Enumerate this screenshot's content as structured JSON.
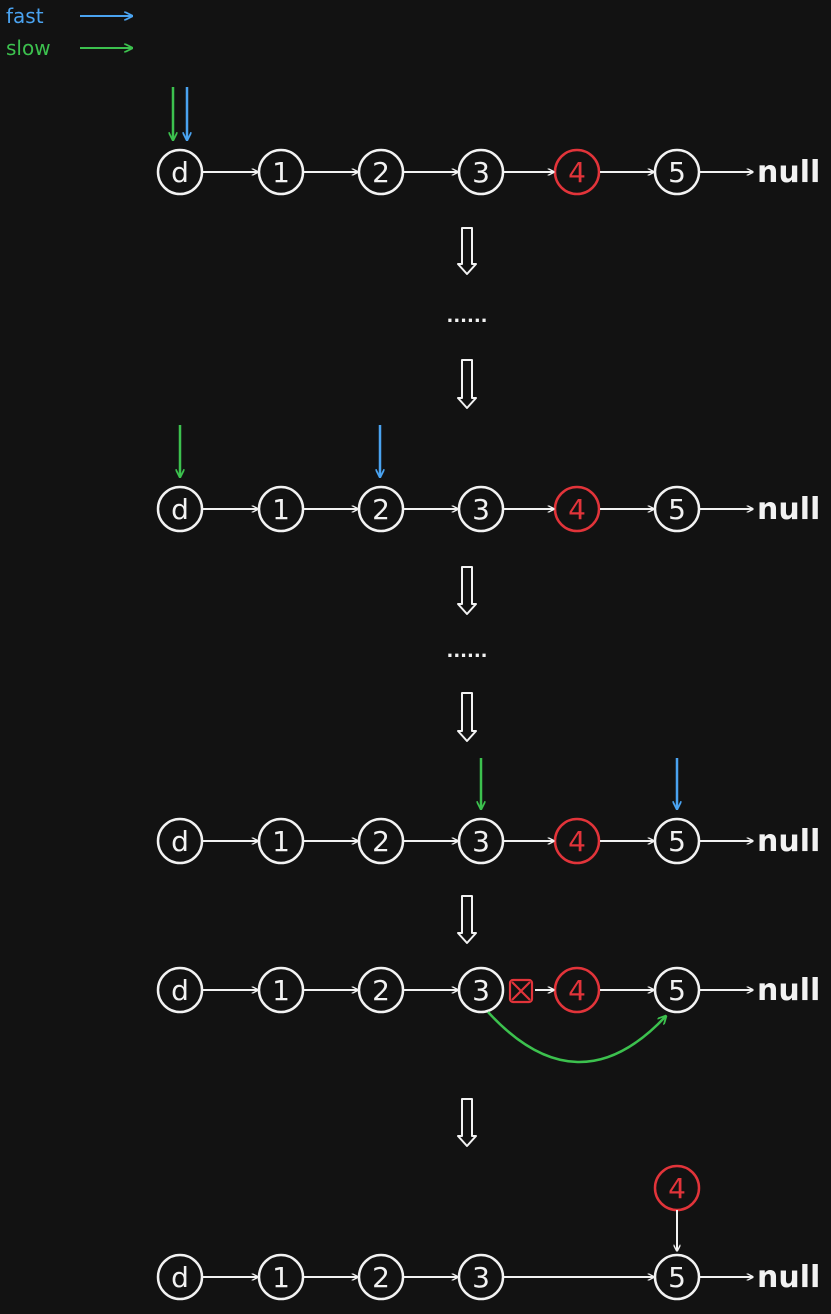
{
  "legend": [
    {
      "label": "fast",
      "color": "#4aa3f0"
    },
    {
      "label": "slow",
      "color": "#3cc14e"
    }
  ],
  "colors": {
    "background": "#121212",
    "node": "#f2f2f2",
    "target": "#e2343a",
    "fast": "#4aa3f0",
    "slow": "#3cc14e"
  },
  "node_labels": [
    "d",
    "1",
    "2",
    "3",
    "4",
    "5"
  ],
  "null_label": "null",
  "ellipsis": "......",
  "target_label": "4",
  "steps": [
    {
      "name": "initial",
      "fast_at": "d",
      "slow_at": "d"
    },
    {
      "name": "fast-advanced",
      "fast_at": "2",
      "slow_at": "d"
    },
    {
      "name": "fast-at-end",
      "fast_at": "5",
      "slow_at": "3"
    },
    {
      "name": "unlink",
      "cut": [
        "3",
        "4"
      ],
      "relink": [
        "3",
        "5"
      ]
    },
    {
      "name": "result",
      "removed": "4",
      "removed_points_to": "5"
    }
  ]
}
